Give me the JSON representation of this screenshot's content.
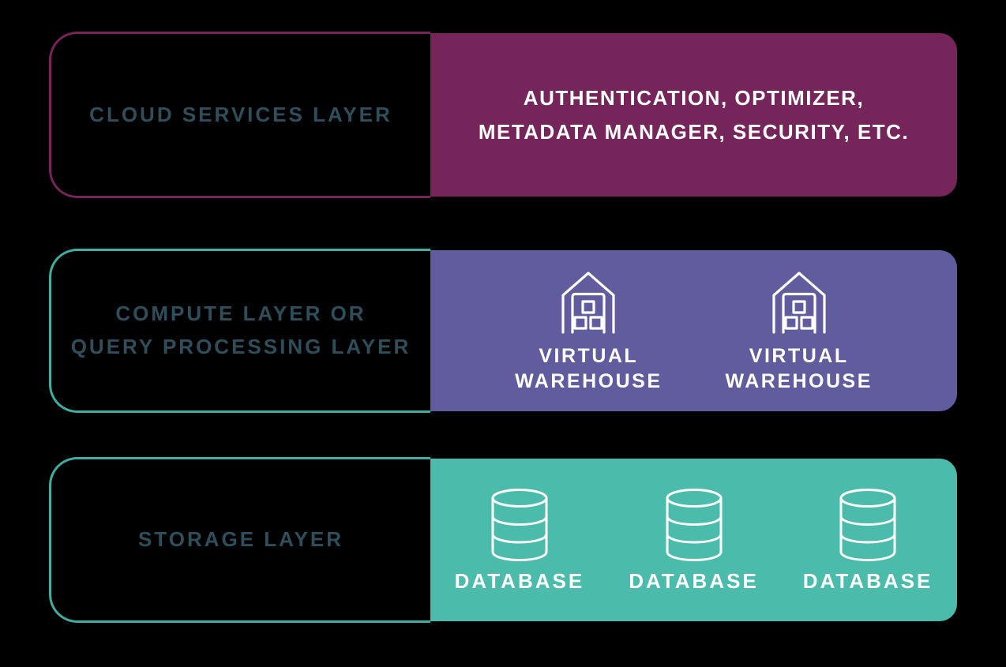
{
  "colors": {
    "background": "#000000",
    "cloud_services_accent": "#76255A",
    "cloud_services_fill": "#76255A",
    "compute_fill": "#615C9E",
    "storage_fill": "#4BBCAB",
    "teal_border": "#3FAEA3",
    "layer_label_text": "#2F4E5B",
    "content_text": "#FFFFFF"
  },
  "rows": [
    {
      "id": "cloud-services-layer",
      "label_lines": [
        "CLOUD SERVICES LAYER"
      ],
      "accent": "#76255A",
      "fill": "#76255A",
      "text_lines": [
        "AUTHENTICATION, OPTIMIZER,",
        "METADATA MANAGER, SECURITY, ETC."
      ]
    },
    {
      "id": "compute-layer",
      "label_lines": [
        "COMPUTE LAYER OR",
        "QUERY PROCESSING LAYER"
      ],
      "accent": "#3FAEA3",
      "fill": "#615C9E",
      "items": [
        {
          "icon": "warehouse-icon",
          "label_lines": [
            "VIRTUAL",
            "WAREHOUSE"
          ]
        },
        {
          "icon": "warehouse-icon",
          "label_lines": [
            "VIRTUAL",
            "WAREHOUSE"
          ]
        }
      ]
    },
    {
      "id": "storage-layer",
      "label_lines": [
        "STORAGE LAYER"
      ],
      "accent": "#3FAEA3",
      "fill": "#4BBCAB",
      "items": [
        {
          "icon": "database-icon",
          "label": "DATABASE"
        },
        {
          "icon": "database-icon",
          "label": "DATABASE"
        },
        {
          "icon": "database-icon",
          "label": "DATABASE"
        }
      ]
    }
  ]
}
